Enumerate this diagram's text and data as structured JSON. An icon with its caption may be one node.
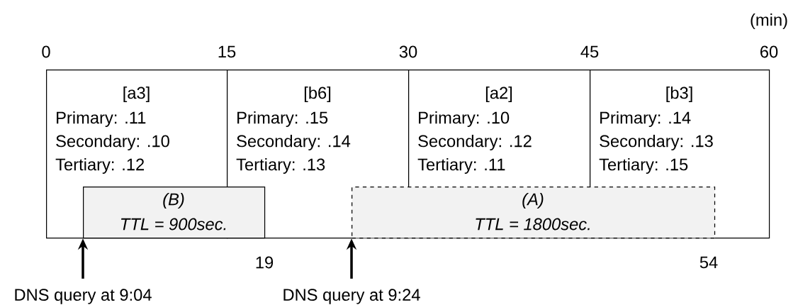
{
  "diagram": {
    "nodes": [
      {
        "text": [
          "[a3]",
          "Primary: .11",
          "Secondary: .10",
          "Tertiary: .12"
        ]
      },
      {
        "text": [
          "[b6]",
          "Primary: .15",
          "Secondary: .14",
          "Tertiary: .13"
        ]
      },
      {
        "text": [
          "[a2]",
          "Primary: .10",
          "Secondary: .12",
          "Tertiary: .11"
        ]
      },
      {
        "text": [
          "[b3]",
          "Primary: .14",
          "Secondary: .13",
          "Tertiary: .15"
        ]
      },
      {
        "text": [
          "*(B)*",
          "*TTL = 900sec.*"
        ]
      },
      {
        "text": [
          "*(A)*",
          "*TTL = 1800sec.*"
        ]
      },
      {
        "text": [
          "DNS query at 9:04"
        ]
      },
      {
        "text": [
          "DNS query at 9:24"
        ]
      }
    ],
    "edges": [
      {
        "from": 6,
        "to": 4,
        "arrow": "to"
      },
      {
        "from": 7,
        "to": 5,
        "arrow": "to"
      }
    ],
    "labels": [
      "(min)",
      "0",
      "15",
      "30",
      "45",
      "60",
      "19",
      "54"
    ]
  }
}
